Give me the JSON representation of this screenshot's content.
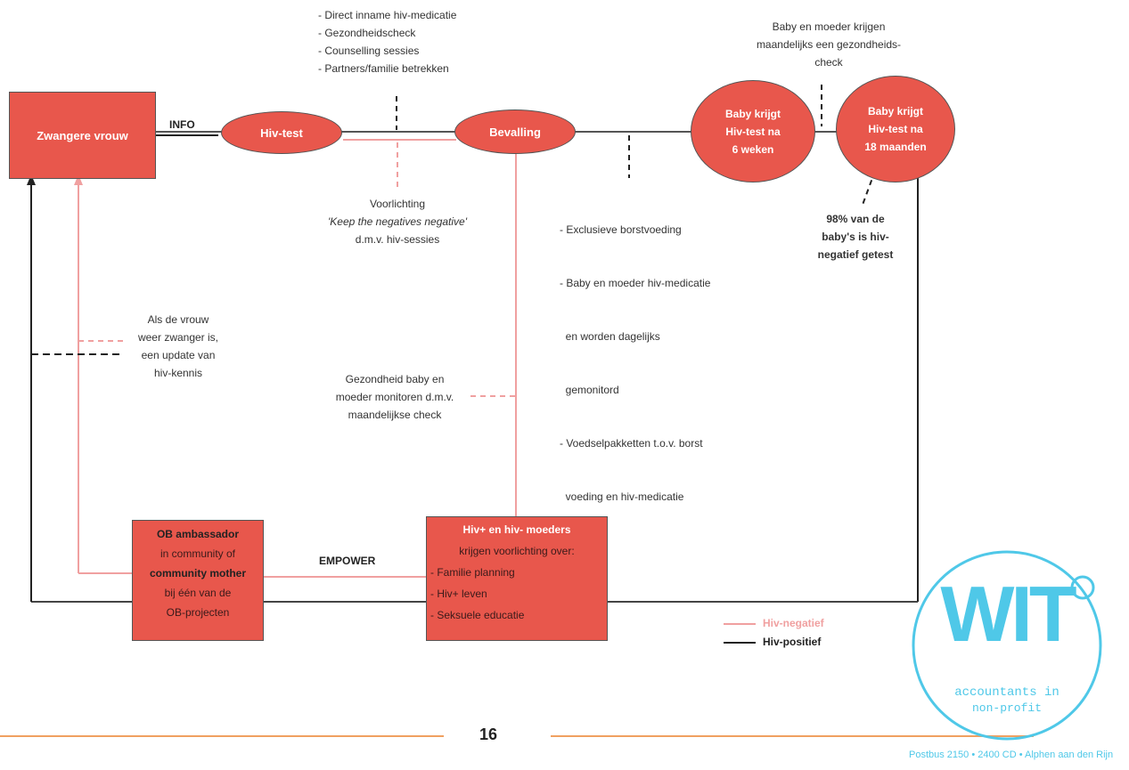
{
  "colors": {
    "node_fill": "#e8574c",
    "negatief": "#f0a0a0",
    "positief": "#222222",
    "footer_line": "#f0a060",
    "stamp": "#4fc8e8"
  },
  "nodes": {
    "zwangere": "Zwangere vrouw",
    "hivtest": "Hiv-test",
    "bevalling": "Bevalling",
    "baby6": [
      "Baby krijgt",
      "Hiv-test na",
      "6 weken"
    ],
    "baby18": [
      "Baby krijgt",
      "Hiv-test na",
      "18 maanden"
    ],
    "ob": [
      "OB ambassador",
      "in community of",
      "community mother",
      "bij één van de",
      "OB-projecten"
    ],
    "moeders": {
      "title": "Hiv+ en hiv- moeders",
      "sub": "krijgen voorlichting over:",
      "items": [
        "- Familie planning",
        "- Hiv+ leven",
        "- Seksuele educatie"
      ]
    }
  },
  "edge_labels": {
    "info": "INFO",
    "empower": "EMPOWER"
  },
  "notes": {
    "top_list": [
      "- Direct inname hiv-medicatie",
      "- Gezondheidscheck",
      "- Counselling sessies",
      "- Partners/familie betrekken"
    ],
    "top_right": [
      "Baby en moeder krijgen",
      "maandelijks  een gezondheids-",
      "check"
    ],
    "voorlichting": [
      "Voorlichting",
      "'Keep the negatives negative'",
      "d.m.v. hiv-sessies"
    ],
    "borst": [
      "- Exclusieve borstvoeding",
      "- Baby en moeder hiv-medicatie",
      "  en worden dagelijks",
      "  gemonitord",
      "- Voedselpakketten t.o.v. borst",
      "  voeding en hiv-medicatie"
    ],
    "percent": [
      "98% van de",
      "baby's is hiv-",
      "negatief getest"
    ],
    "zwanger_again": [
      "Als de vrouw",
      "weer zwanger is,",
      "een update van",
      "hiv-kennis"
    ],
    "gezondheid": [
      "Gezondheid baby en",
      "moeder monitoren d.m.v.",
      "maandelijkse check"
    ]
  },
  "legend": {
    "neg": "Hiv-negatief",
    "pos": "Hiv-positief"
  },
  "page_number": "16",
  "stamp": {
    "logo": "WIT",
    "line1": "accountants in",
    "line2": "non-profit",
    "ring": "Postbus 2150 • 2400 CD • Alphen aan den Rijn"
  }
}
